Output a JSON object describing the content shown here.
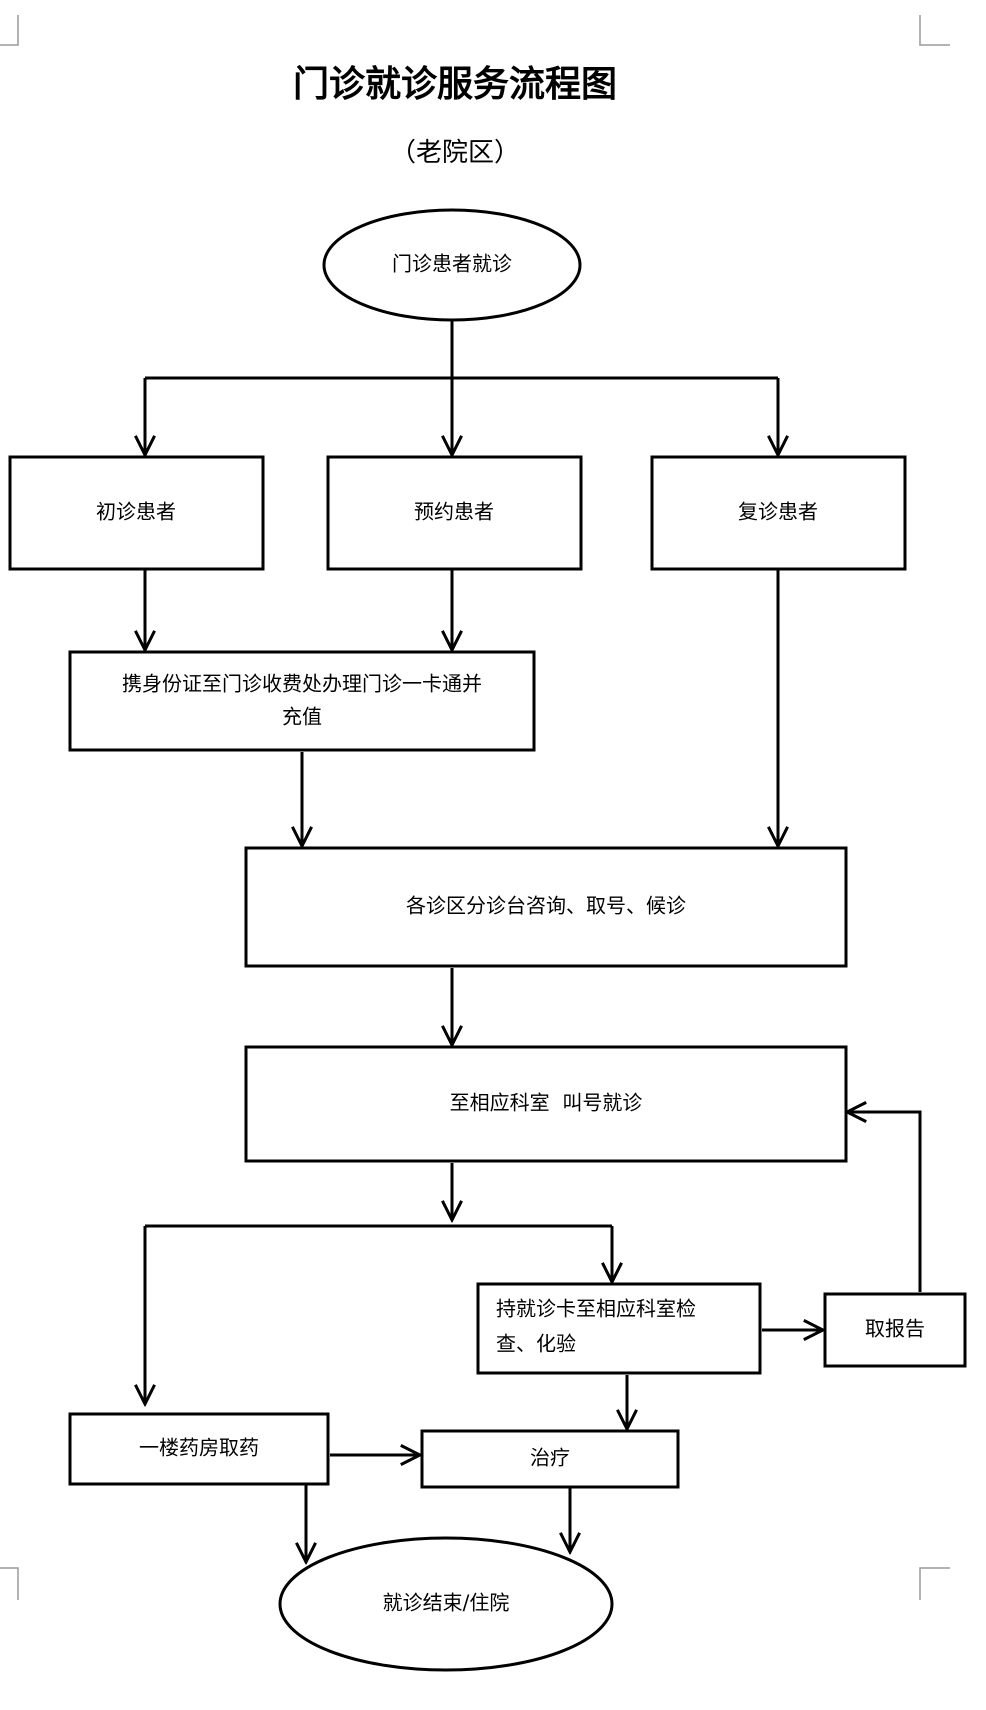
{
  "title": "门诊就诊服务流程图",
  "subtitle": "（老院区）",
  "nodes": {
    "start": "门诊患者就诊",
    "first_visit": "初诊患者",
    "appointment": "预约患者",
    "return_visit": "复诊患者",
    "card_line1": "携身份证至门诊收费处办理门诊一卡通并",
    "card_line2": "充值",
    "triage": "各诊区分诊台咨询、取号、候诊",
    "consult": "至相应科室  叫号就诊",
    "exam_line1": "持就诊卡至相应科室检",
    "exam_line2": "查、化验",
    "report": "取报告",
    "pharmacy": "一楼药房取药",
    "treatment": "治疗",
    "end": "就诊结束/住院"
  }
}
